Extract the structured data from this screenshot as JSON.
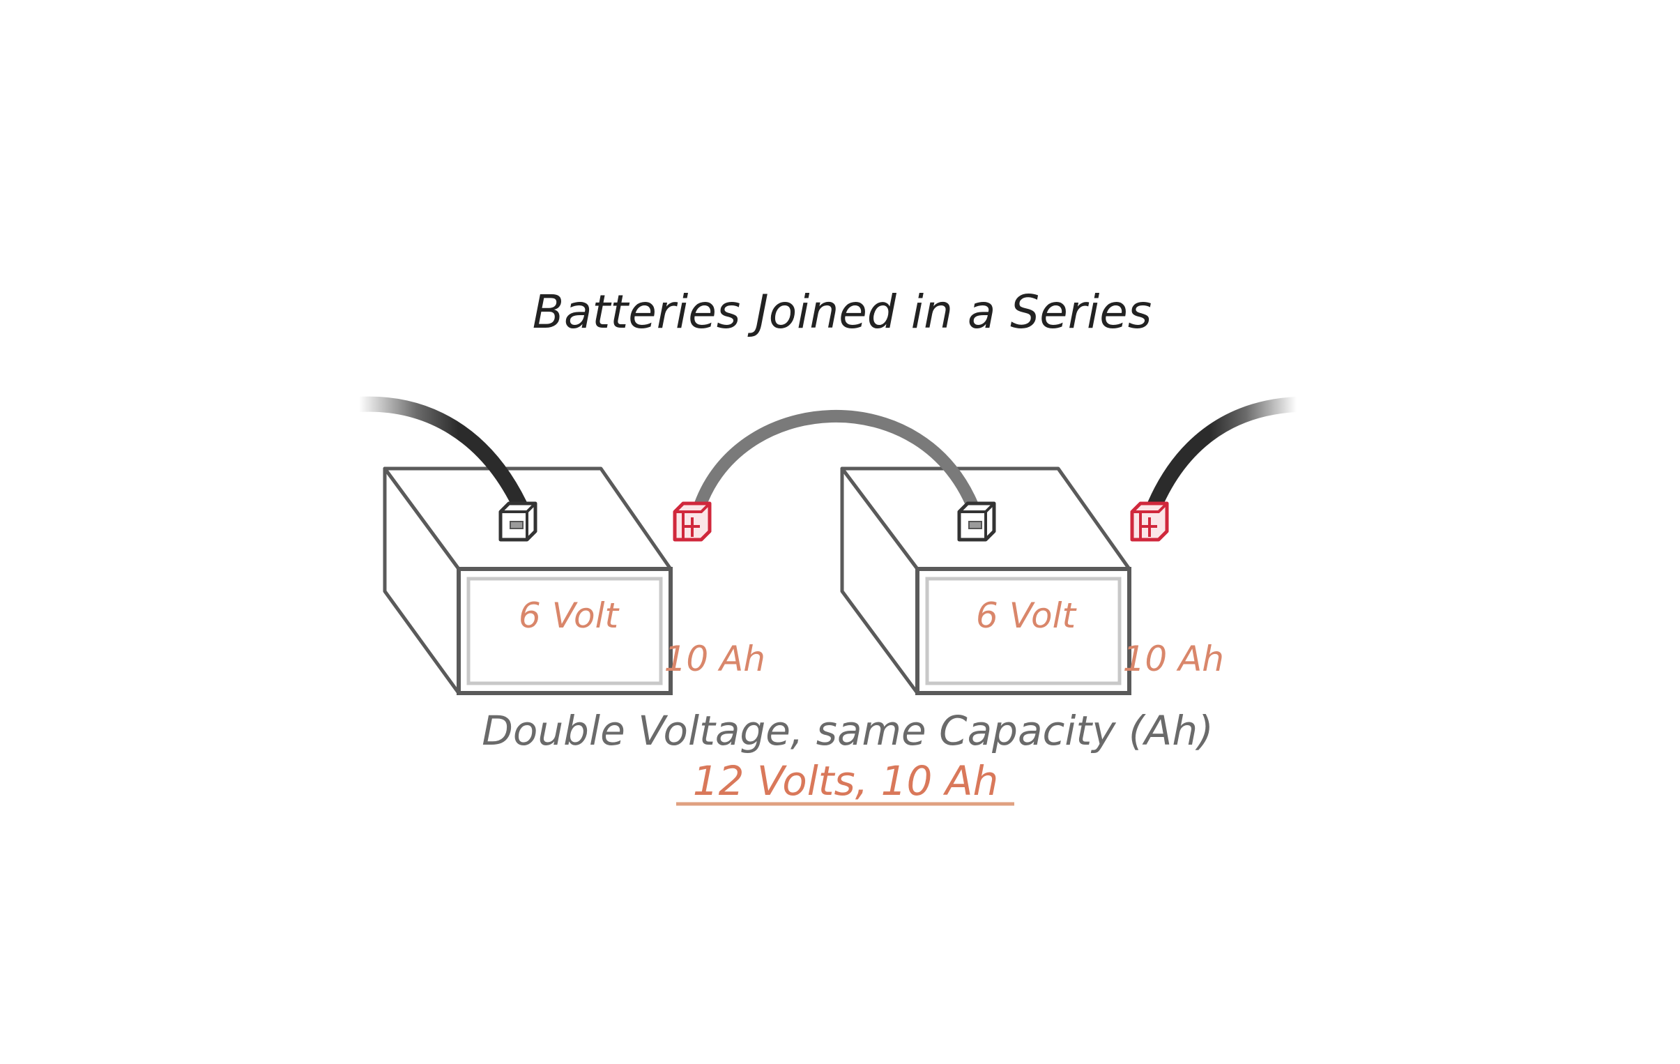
{
  "diagram": {
    "title": "Batteries Joined in a Series",
    "batteries": [
      {
        "voltage_label": "6 Volt",
        "capacity_label": "10 Ah"
      },
      {
        "voltage_label": "6 Volt",
        "capacity_label": "10 Ah"
      }
    ],
    "terminals": {
      "negative_symbol": "−",
      "positive_symbol": "+"
    },
    "caption": "Double Voltage, same Capacity (Ah)",
    "result": "12 Volts, 10 Ah",
    "colors": {
      "title": "#222222",
      "outline": "#555555",
      "label_text": "#d9866a",
      "positive_terminal": "#d0283c",
      "negative_terminal": "#333333",
      "cable_dark": "#2b2b2b",
      "cable_link": "#7a7a7a",
      "caption": "#6a6a6a",
      "result": "#d9785a"
    }
  }
}
